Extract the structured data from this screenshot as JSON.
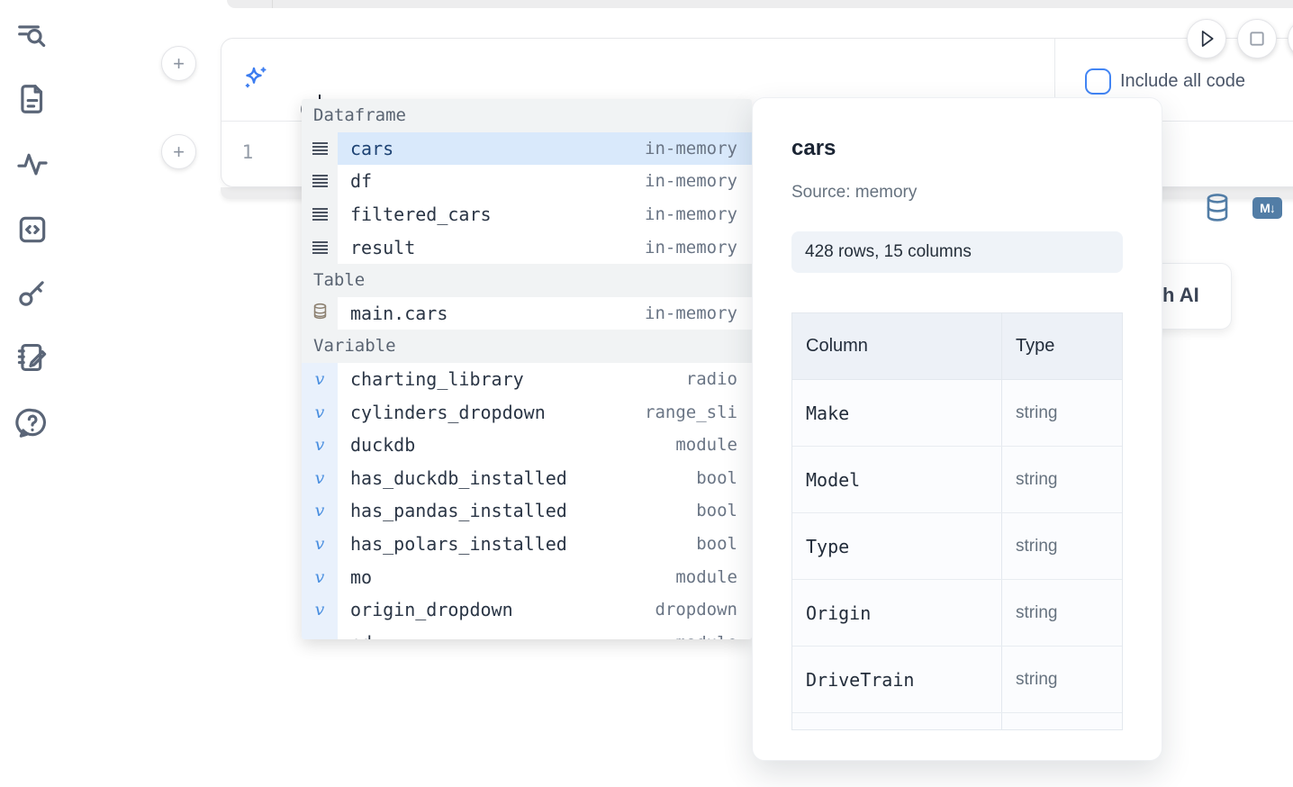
{
  "colors": {
    "accent_blue": "#4285f4",
    "sparkle_blue": "#3b7cf0",
    "selection_blue": "#d9e9fb",
    "icon_slate": "#5a6577",
    "toolbar_steel_blue": "#527da6",
    "table_icon_tan": "#8d8171",
    "section_gray": "#f1f3f4"
  },
  "sidebar": {
    "icons": [
      "file-search-icon",
      "file-icon",
      "activity-icon",
      "snippets-icon",
      "key-icon",
      "scratchpad-icon",
      "help-icon"
    ]
  },
  "cell_controls": {
    "add_label": "+"
  },
  "run_controls": {
    "icons": [
      "run-icon",
      "stop-icon",
      "more-icon"
    ]
  },
  "prompt": {
    "value": "@",
    "sparkle_icon": "ai-sparkle-icon",
    "include_all_code_label": "Include all code",
    "checkbox_checked": false
  },
  "editor": {
    "line_number": "1",
    "markdown_badge": "M↓",
    "icons": [
      "database-icon",
      "markdown-convert-icon"
    ]
  },
  "ai_card": {
    "visible_label": "h AI"
  },
  "autocomplete": {
    "rows": [
      {
        "kind": "section",
        "label": "Dataframe"
      },
      {
        "kind": "item",
        "icon": "dataframe-lines-icon",
        "name": "cars",
        "tag": "in-memory",
        "selected": true
      },
      {
        "kind": "item",
        "icon": "dataframe-lines-icon",
        "name": "df",
        "tag": "in-memory"
      },
      {
        "kind": "item",
        "icon": "dataframe-lines-icon",
        "name": "filtered_cars",
        "tag": "in-memory"
      },
      {
        "kind": "item",
        "icon": "dataframe-lines-icon",
        "name": "result",
        "tag": "in-memory"
      },
      {
        "kind": "section",
        "label": "Table"
      },
      {
        "kind": "item",
        "icon": "table-database-icon",
        "name": "main.cars",
        "tag": "in-memory"
      },
      {
        "kind": "section",
        "label": "Variable"
      },
      {
        "kind": "item",
        "icon": "variable-icon",
        "name": "charting_library",
        "tag": "radio"
      },
      {
        "kind": "item",
        "icon": "variable-icon",
        "name": "cylinders_dropdown",
        "tag": "range_sli"
      },
      {
        "kind": "item",
        "icon": "variable-icon",
        "name": "duckdb",
        "tag": "module"
      },
      {
        "kind": "item",
        "icon": "variable-icon",
        "name": "has_duckdb_installed",
        "tag": "bool"
      },
      {
        "kind": "item",
        "icon": "variable-icon",
        "name": "has_pandas_installed",
        "tag": "bool"
      },
      {
        "kind": "item",
        "icon": "variable-icon",
        "name": "has_polars_installed",
        "tag": "bool"
      },
      {
        "kind": "item",
        "icon": "variable-icon",
        "name": "mo",
        "tag": "module"
      },
      {
        "kind": "item",
        "icon": "variable-icon",
        "name": "origin_dropdown",
        "tag": "dropdown"
      },
      {
        "kind": "item",
        "icon": "variable-icon",
        "name": "pd",
        "tag": "module"
      }
    ]
  },
  "preview": {
    "title": "cars",
    "source": "Source: memory",
    "shape": "428 rows, 15 columns",
    "table": {
      "headers": [
        "Column",
        "Type"
      ],
      "rows": [
        [
          "Make",
          "string"
        ],
        [
          "Model",
          "string"
        ],
        [
          "Type",
          "string"
        ],
        [
          "Origin",
          "string"
        ],
        [
          "DriveTrain",
          "string"
        ],
        [
          "",
          ""
        ]
      ]
    }
  }
}
